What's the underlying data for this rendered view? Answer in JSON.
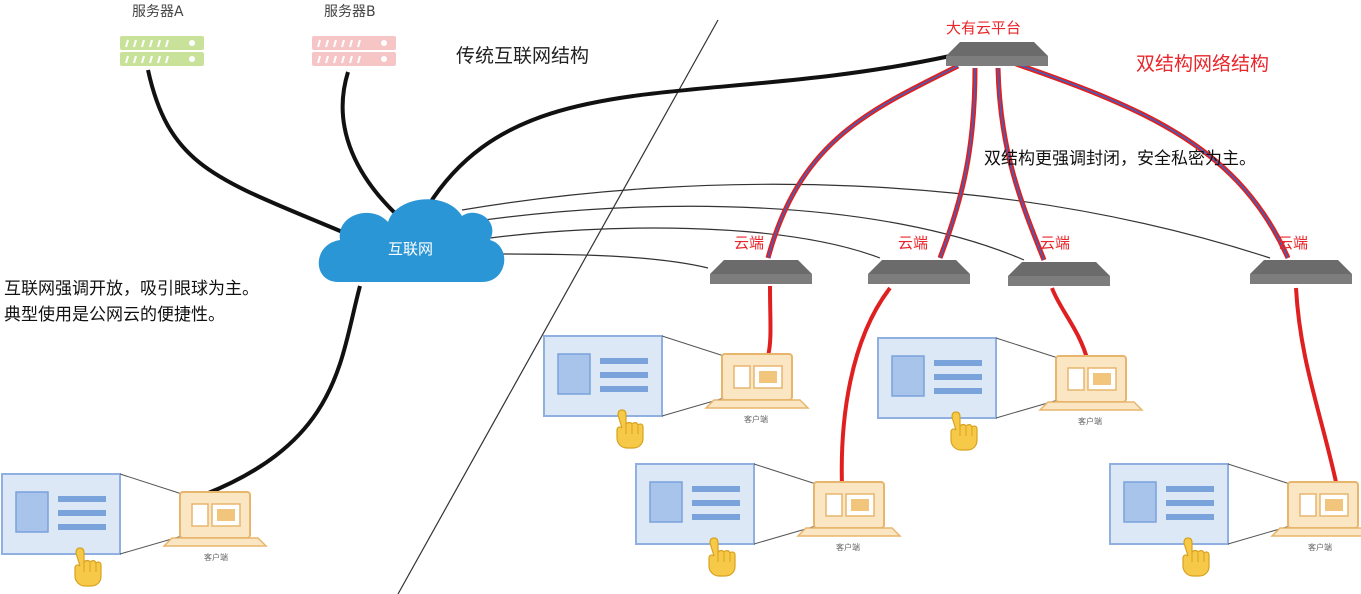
{
  "labels": {
    "server_a": "服务器A",
    "server_b": "服务器B",
    "traditional_title": "传统互联网结构",
    "dual_title": "双结构网络结构",
    "internet": "互联网",
    "platform": "大有云平台",
    "cloud_node": "云端",
    "client": "客户端",
    "left_note_line1": "互联网强调开放，吸引眼球为主。",
    "left_note_line2": "典型使用是公网云的便捷性。",
    "right_note": "双结构更强调封闭，安全私密为主。"
  },
  "colors": {
    "server_a": "#c9e29a",
    "server_b": "#f6c6c6",
    "cloud": "#2b96d6",
    "switch": "#6f6f6f",
    "red_link": "#e02020",
    "dual_title": "#e8262b",
    "platform_label": "#e8262b",
    "cloud_node_label": "#e8262b",
    "blue_core": "#3b62c4",
    "screen_fill": "#dde8f7",
    "laptop": "#f2c57c"
  },
  "icons": [
    "server-icon",
    "cloud-icon",
    "switch-icon",
    "laptop-icon",
    "screen-icon",
    "hand-pointer-icon"
  ]
}
